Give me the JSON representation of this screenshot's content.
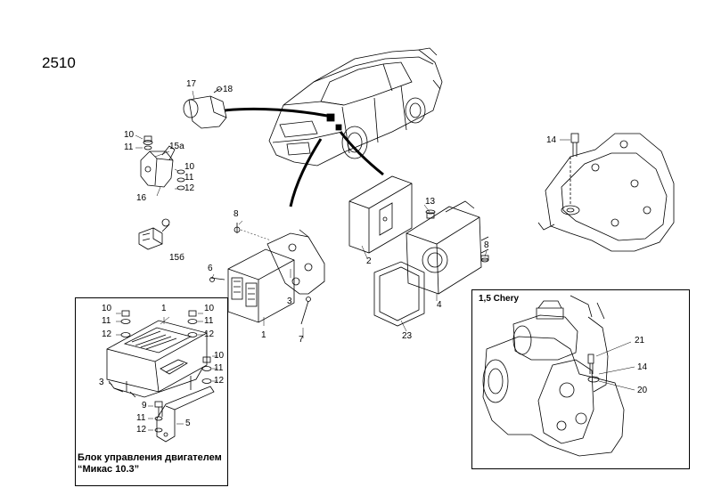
{
  "diagram_number": "2510",
  "callouts": {
    "c17": "17",
    "c18": "18",
    "c10a": "10",
    "c11a": "11",
    "c15a": "15a",
    "c10b": "10",
    "c11b": "11",
    "c12b": "12",
    "c16": "16",
    "c15b": "15б",
    "c8a": "8",
    "c6": "6",
    "c3a": "3",
    "c1a": "1",
    "c7": "7",
    "c13": "13",
    "c8b": "8",
    "c2": "2",
    "c4": "4",
    "c23": "23",
    "c14a": "14",
    "c10c": "10",
    "c11c": "11",
    "c12c": "12",
    "c1b": "1",
    "c10d": "10",
    "c11d": "11",
    "c12d": "12",
    "c10e": "10",
    "c11e": "11",
    "c12e": "12",
    "c3b": "3",
    "c9": "9",
    "c11f": "11",
    "c12f": "12",
    "c5": "5",
    "c21": "21",
    "c14b": "14",
    "c20": "20"
  },
  "ecu_box": {
    "caption_line1": "Блок управления двигателем",
    "caption_line2": "“Микас 10.3”"
  },
  "chery_box": {
    "title": "1,5 Chery"
  }
}
